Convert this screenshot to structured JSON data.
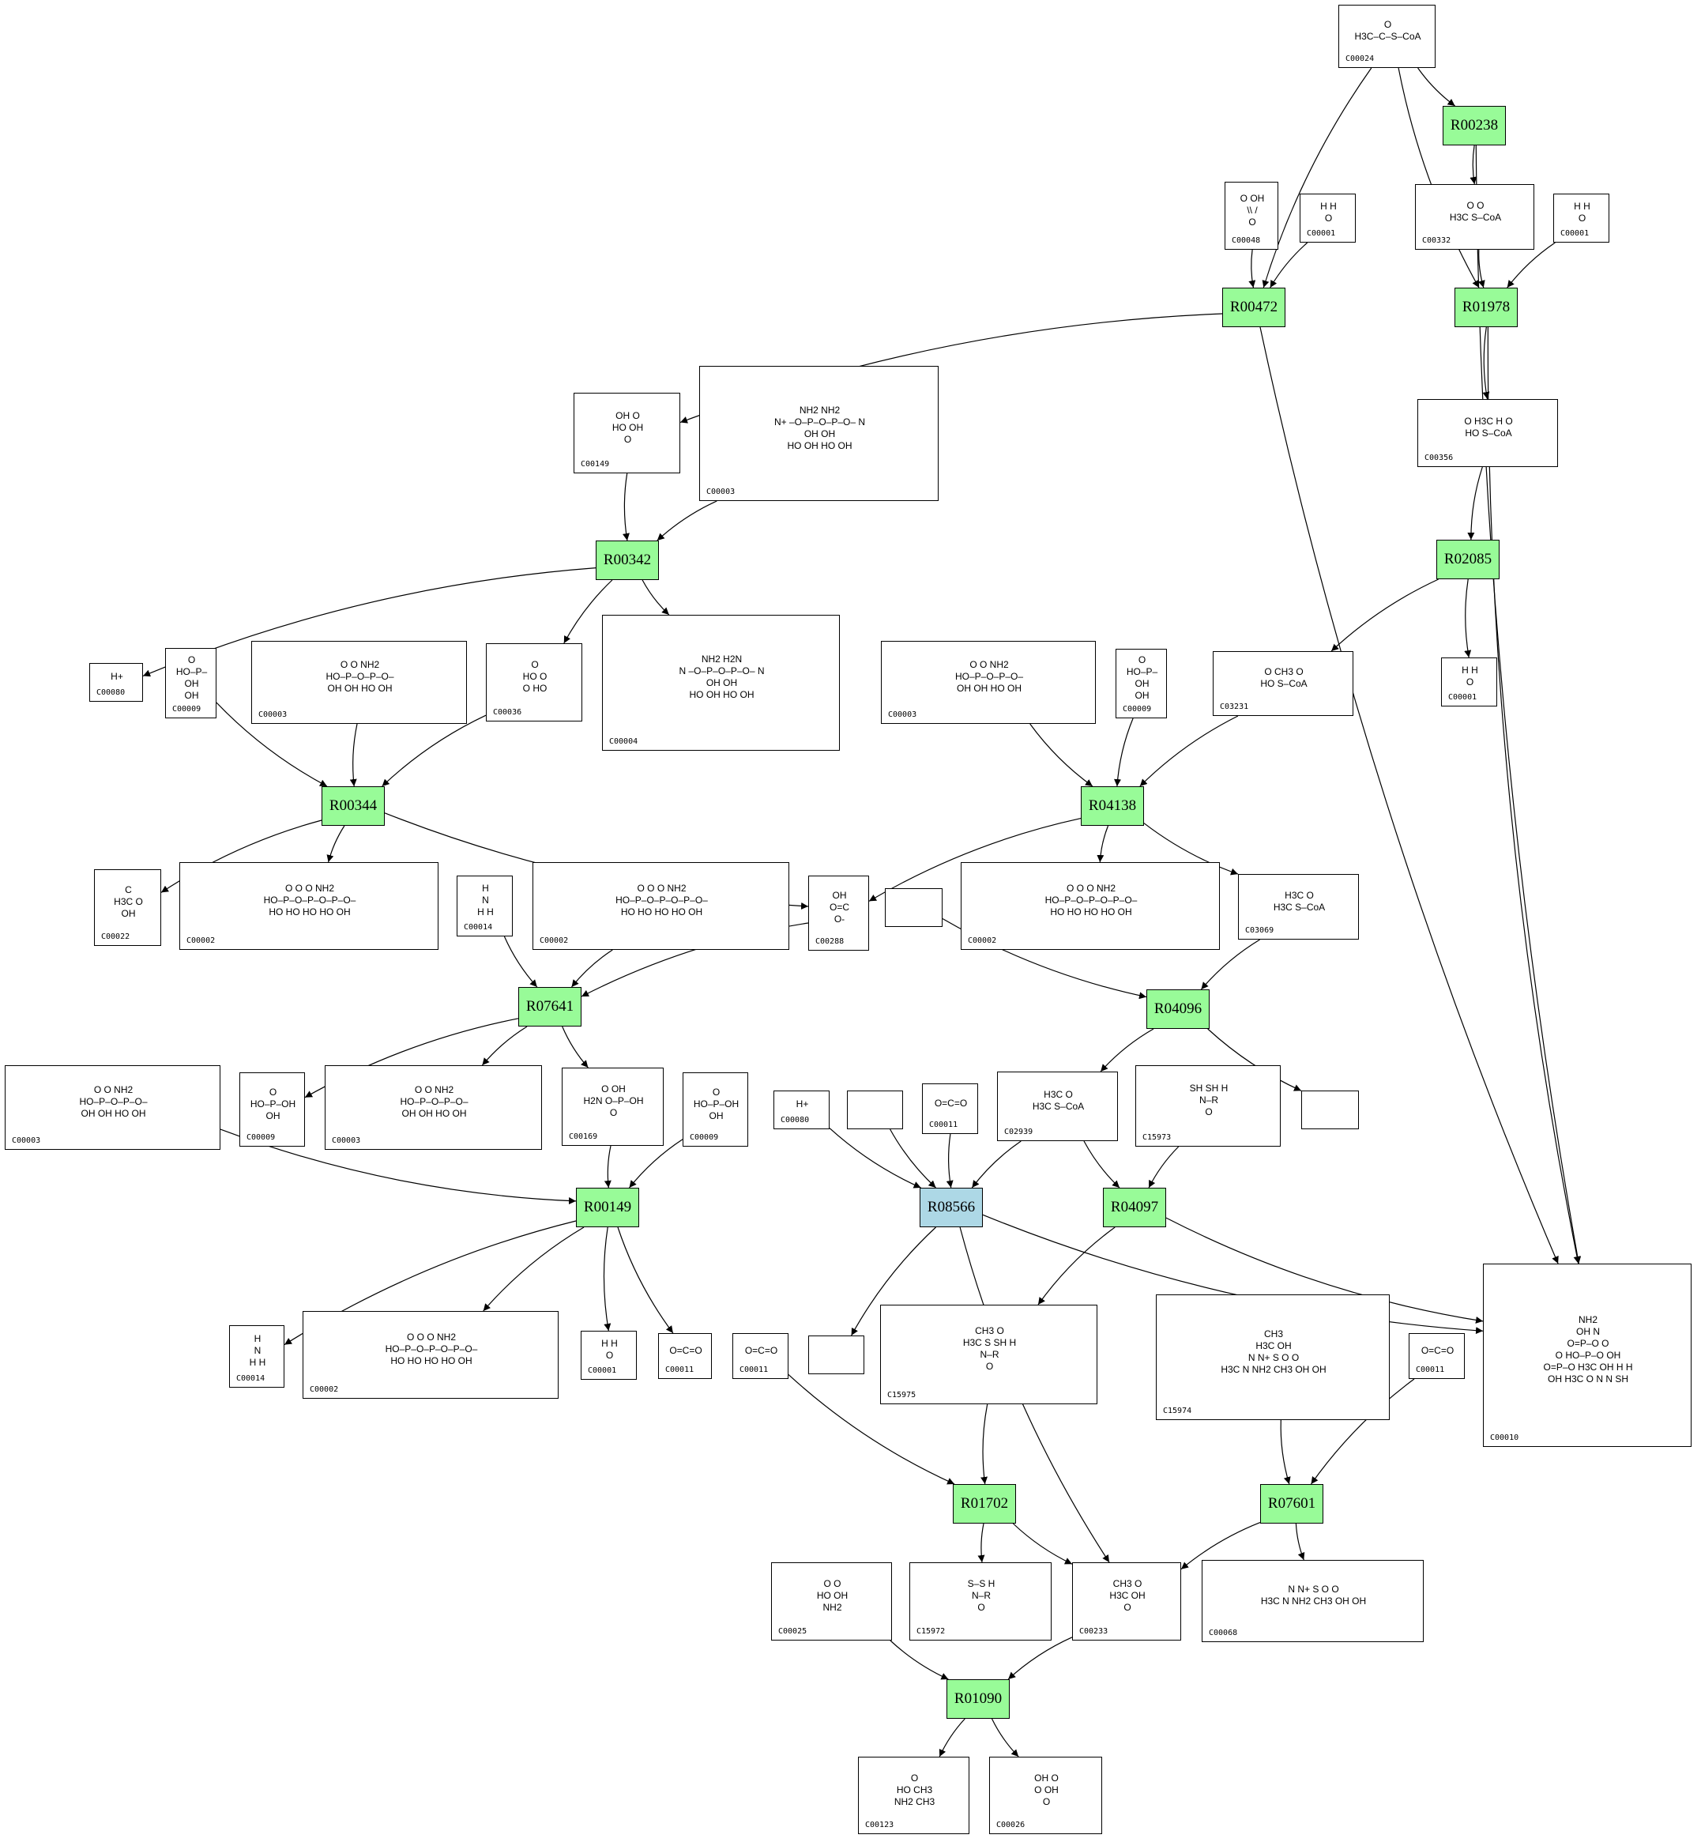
{
  "diagram": {
    "type": "KEGG metabolic reaction graph",
    "colors": {
      "reaction_default": "#98fb98",
      "reaction_highlight": "#add8e6",
      "compound_fill": "#ffffff",
      "stroke": "#000000"
    }
  },
  "reactions": [
    {
      "id": "R00238",
      "color": "green"
    },
    {
      "id": "R00472",
      "color": "green"
    },
    {
      "id": "R01978",
      "color": "green"
    },
    {
      "id": "R00342",
      "color": "green"
    },
    {
      "id": "R02085",
      "color": "green"
    },
    {
      "id": "R00344",
      "color": "green"
    },
    {
      "id": "R04138",
      "color": "green"
    },
    {
      "id": "R07641",
      "color": "green"
    },
    {
      "id": "R04096",
      "color": "green"
    },
    {
      "id": "R00149",
      "color": "green"
    },
    {
      "id": "R08566",
      "color": "blue"
    },
    {
      "id": "R04097",
      "color": "green"
    },
    {
      "id": "R01702",
      "color": "green"
    },
    {
      "id": "R07601",
      "color": "green"
    },
    {
      "id": "R01090",
      "color": "green"
    }
  ],
  "compounds": [
    {
      "key": "C00024",
      "label": "C00024",
      "structure": "O\nH3C–C–S–CoA"
    },
    {
      "key": "C00048",
      "label": "C00048",
      "structure": "O  OH\n\\\\ /\n O"
    },
    {
      "key": "C00001a",
      "label": "C00001",
      "structure": "H   H\n O"
    },
    {
      "key": "C00332",
      "label": "C00332",
      "structure": "O     O\nH3C      S–CoA"
    },
    {
      "key": "C00001b",
      "label": "C00001",
      "structure": "H   H\n O"
    },
    {
      "key": "C00149",
      "label": "C00149",
      "structure": "OH   O\nHO       OH\nO"
    },
    {
      "key": "C00003",
      "label": "C00003",
      "structure": "NH2           NH2\nN+ –O–P–O–P–O–   N\nOH  OH\nHO OH      HO OH"
    },
    {
      "key": "C00356",
      "label": "C00356",
      "structure": "O  H3C H O\nHO          S–CoA"
    },
    {
      "key": "C00080a",
      "label": "C00080",
      "structure": "H+"
    },
    {
      "key": "C00009a",
      "label": "C00009",
      "structure": "O\nHO–P–OH\nOH"
    },
    {
      "key": "C00008a",
      "label": "C00003",
      "structure": "O  O           NH2\nHO–P–O–P–O–\nOH  OH   HO OH"
    },
    {
      "key": "C00036",
      "label": "C00036",
      "structure": "O\nHO      O\nO HO"
    },
    {
      "key": "C00004",
      "label": "C00004",
      "structure": "NH2          H2N\nN  –O–P–O–P–O–  N\nOH  OH\nHO OH      HO OH"
    },
    {
      "key": "C00008b",
      "label": "C00003",
      "structure": "O  O           NH2\nHO–P–O–P–O–\nOH  OH   HO OH"
    },
    {
      "key": "C00009b",
      "label": "C00009",
      "structure": "O\nHO–P–OH\nOH"
    },
    {
      "key": "C03231",
      "label": "C03231",
      "structure": "O  CH3  O\nHO          S–CoA"
    },
    {
      "key": "C00001c",
      "label": "C00001",
      "structure": "H   H\n O"
    },
    {
      "key": "C00022",
      "label": "C00022",
      "structure": "C\nH3C   O\nOH"
    },
    {
      "key": "C00002a",
      "label": "C00002",
      "structure": "O  O  O             NH2\nHO–P–O–P–O–P–O–\nHO HO HO    HO OH"
    },
    {
      "key": "C00014a",
      "label": "C00014",
      "structure": "H\nN\nH   H"
    },
    {
      "key": "C00002b",
      "label": "C00002",
      "structure": "O  O  O             NH2\nHO–P–O–P–O–P–O–\nHO HO HO    HO OH"
    },
    {
      "key": "C00288",
      "label": "C00288",
      "structure": "OH\nO=C\nO-"
    },
    {
      "key": "empty1",
      "label": "",
      "structure": ""
    },
    {
      "key": "C00002c",
      "label": "C00002",
      "structure": "O  O  O             NH2\nHO–P–O–P–O–P–O–\nHO HO HO    HO OH"
    },
    {
      "key": "C03069",
      "label": "C03069",
      "structure": "H3C     O\nH3C       S–CoA"
    },
    {
      "key": "C00008c",
      "label": "C00003",
      "structure": "O  O           NH2\nHO–P–O–P–O–\nOH  OH   HO OH"
    },
    {
      "key": "C00009c",
      "label": "C00009",
      "structure": "O\nHO–P–OH\nOH"
    },
    {
      "key": "C00008d",
      "label": "C00003",
      "structure": "O  O           NH2\nHO–P–O–P–O–\nOH  OH   HO OH"
    },
    {
      "key": "C00169",
      "label": "C00169",
      "structure": "O    OH\nH2N  O–P–OH\nO"
    },
    {
      "key": "C00009d",
      "label": "C00009",
      "structure": "O\nHO–P–OH\nOH"
    },
    {
      "key": "C00080b",
      "label": "C00080",
      "structure": "H+"
    },
    {
      "key": "empty2",
      "label": "",
      "structure": ""
    },
    {
      "key": "C00011a",
      "label": "C00011",
      "structure": "O=C=O"
    },
    {
      "key": "C02939",
      "label": "C02939",
      "structure": "H3C    O\nH3C      S–CoA"
    },
    {
      "key": "C15973",
      "label": "C15973",
      "structure": "SH  SH        H\n            N–R\nO"
    },
    {
      "key": "empty3",
      "label": "",
      "structure": ""
    },
    {
      "key": "C00014b",
      "label": "C00014",
      "structure": "H\nN\nH   H"
    },
    {
      "key": "C00002d",
      "label": "C00002",
      "structure": "O  O  O             NH2\nHO–P–O–P–O–P–O–\nHO HO HO    HO OH"
    },
    {
      "key": "C00001d",
      "label": "C00001",
      "structure": "H   H\n O"
    },
    {
      "key": "C00011b",
      "label": "C00011",
      "structure": "O=C=O"
    },
    {
      "key": "C00011c",
      "label": "C00011",
      "structure": "O=C=O"
    },
    {
      "key": "empty4",
      "label": "",
      "structure": ""
    },
    {
      "key": "C15975",
      "label": "C15975",
      "structure": "CH3 O\nH3C    S   SH      H\n                N–R\nO"
    },
    {
      "key": "C15974",
      "label": "C15974",
      "structure": "CH3\nH3C    OH\nN   N+  S   O O\nH3C N  NH2 CH3  OH OH"
    },
    {
      "key": "C00011d",
      "label": "C00011",
      "structure": "O=C=O"
    },
    {
      "key": "C00010",
      "label": "C00010",
      "structure": "NH2\nOH    N\nO=P–O   O\nO  HO–P–O  OH\nO=P–O H3C OH  H   H\nOH  H3C  O   N   N   SH"
    },
    {
      "key": "C00025",
      "label": "C00025",
      "structure": "O      O\nHO        OH\nNH2"
    },
    {
      "key": "C15972",
      "label": "C15972",
      "structure": "S–S          H\n          N–R\nO"
    },
    {
      "key": "C00233",
      "label": "C00233",
      "structure": "CH3 O\nH3C      OH\nO"
    },
    {
      "key": "C00068",
      "label": "C00068",
      "structure": "N    N+ S    O  O\nH3C N  NH2 CH3  OH OH"
    },
    {
      "key": "C00123",
      "label": "C00123",
      "structure": "O\nHO     CH3\nNH2 CH3"
    },
    {
      "key": "C00026",
      "label": "C00026",
      "structure": "OH     O\nO        OH\nO"
    }
  ],
  "edges": [
    [
      "C00024",
      "R00238"
    ],
    [
      "C00024",
      "R00472"
    ],
    [
      "C00024",
      "R01978"
    ],
    [
      "R00238",
      "C00332"
    ],
    [
      "R00238",
      "C00010"
    ],
    [
      "C00048",
      "R00472"
    ],
    [
      "C00001a",
      "R00472"
    ],
    [
      "C00332",
      "R01978"
    ],
    [
      "C00001b",
      "R01978"
    ],
    [
      "R00472",
      "C00149"
    ],
    [
      "R00472",
      "C00010"
    ],
    [
      "R01978",
      "C00356"
    ],
    [
      "R01978",
      "C00010"
    ],
    [
      "C00149",
      "R00342"
    ],
    [
      "C00003",
      "R00342"
    ],
    [
      "R00342",
      "C00080a"
    ],
    [
      "R00342",
      "C00036"
    ],
    [
      "R00342",
      "C00004"
    ],
    [
      "C00356",
      "R02085"
    ],
    [
      "R02085",
      "C00001c"
    ],
    [
      "R02085",
      "C03231"
    ],
    [
      "C00009a",
      "R00344"
    ],
    [
      "C00008a",
      "R00344"
    ],
    [
      "C00036",
      "R00344"
    ],
    [
      "R00344",
      "C00022"
    ],
    [
      "R00344",
      "C00002a"
    ],
    [
      "R00344",
      "C00288"
    ],
    [
      "C00008b",
      "R04138"
    ],
    [
      "C00009b",
      "R04138"
    ],
    [
      "C03231",
      "R04138"
    ],
    [
      "R04138",
      "C00288"
    ],
    [
      "R04138",
      "C00002c"
    ],
    [
      "R04138",
      "C03069"
    ],
    [
      "C00014a",
      "R07641"
    ],
    [
      "C00002b",
      "R07641"
    ],
    [
      "C00288",
      "R07641"
    ],
    [
      "R07641",
      "C00009c"
    ],
    [
      "R07641",
      "C00008d"
    ],
    [
      "R07641",
      "C00169"
    ],
    [
      "empty1",
      "R04096"
    ],
    [
      "C03069",
      "R04096"
    ],
    [
      "R04096",
      "C02939"
    ],
    [
      "R04096",
      "empty3"
    ],
    [
      "C00008c",
      "R00149"
    ],
    [
      "C00169",
      "R00149"
    ],
    [
      "C00009d",
      "R00149"
    ],
    [
      "R00149",
      "C00014b"
    ],
    [
      "R00149",
      "C00002d"
    ],
    [
      "R00149",
      "C00001d"
    ],
    [
      "R00149",
      "C00011b"
    ],
    [
      "C00080b",
      "R08566"
    ],
    [
      "empty2",
      "R08566"
    ],
    [
      "C00011a",
      "R08566"
    ],
    [
      "C02939",
      "R08566"
    ],
    [
      "R08566",
      "empty4"
    ],
    [
      "R08566",
      "C00010"
    ],
    [
      "R08566",
      "C00233"
    ],
    [
      "C02939",
      "R04097"
    ],
    [
      "C15973",
      "R04097"
    ],
    [
      "R04097",
      "C15975"
    ],
    [
      "R04097",
      "C00010"
    ],
    [
      "C00011c",
      "R01702"
    ],
    [
      "C15975",
      "R01702"
    ],
    [
      "R01702",
      "C15972"
    ],
    [
      "R01702",
      "C00233"
    ],
    [
      "C15974",
      "R07601"
    ],
    [
      "C00011d",
      "R07601"
    ],
    [
      "R07601",
      "C00233"
    ],
    [
      "R07601",
      "C00068"
    ],
    [
      "C00025",
      "R01090"
    ],
    [
      "C00233",
      "R01090"
    ],
    [
      "R01090",
      "C00123"
    ],
    [
      "R01090",
      "C00026"
    ]
  ]
}
